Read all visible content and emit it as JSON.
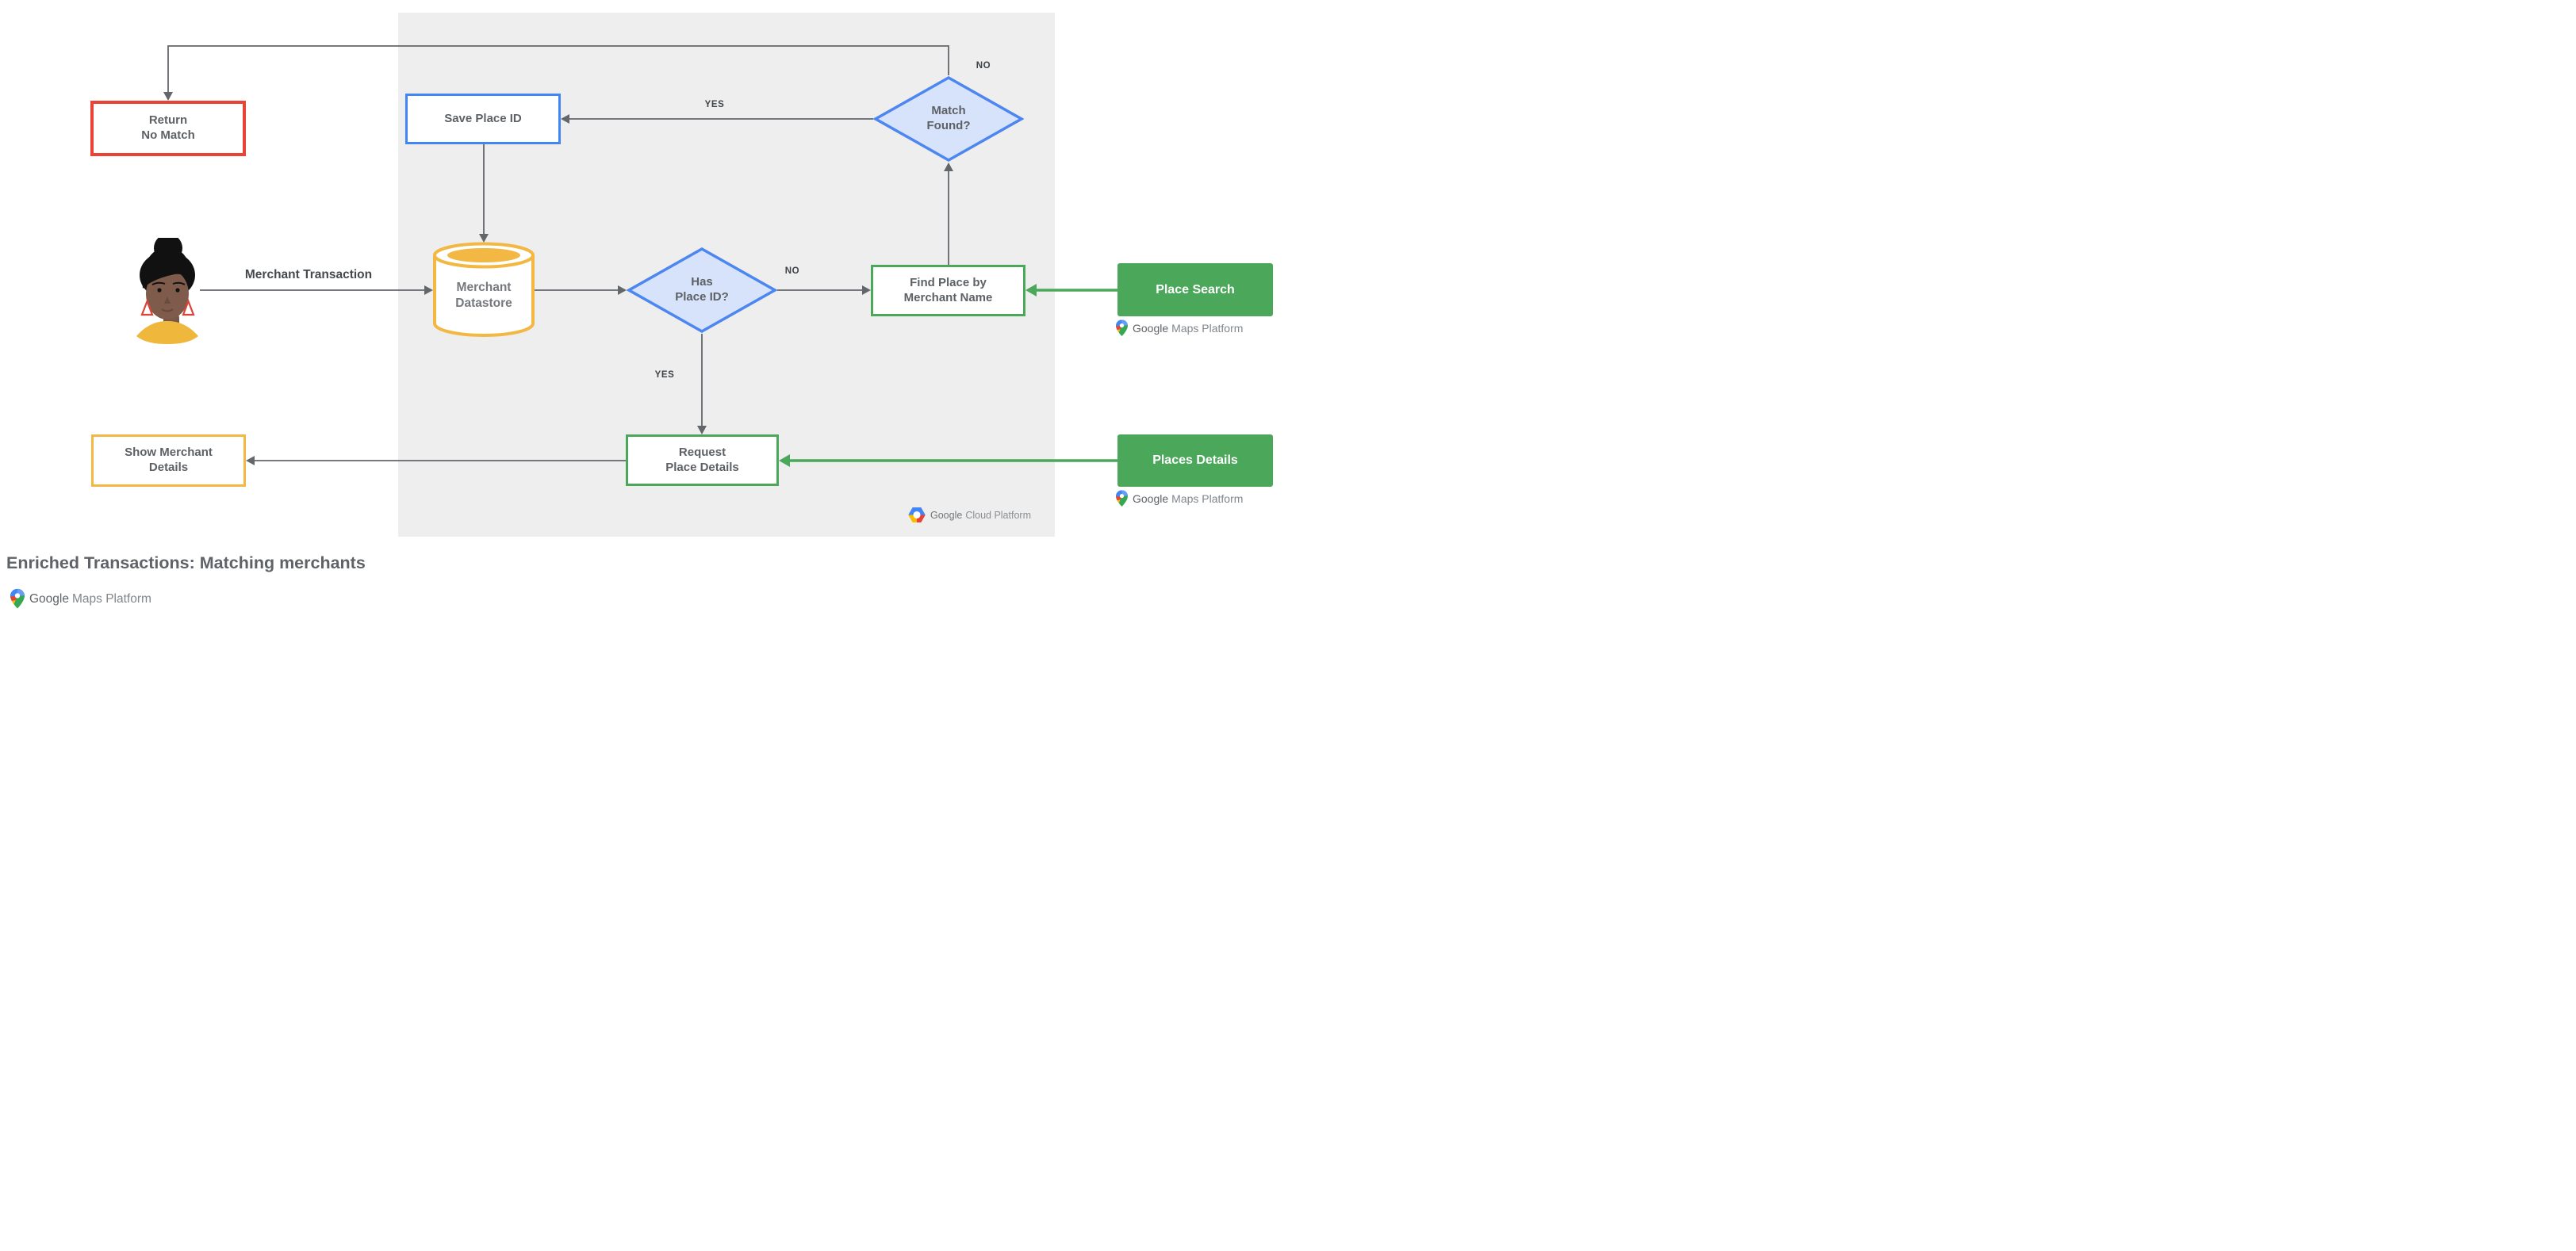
{
  "title": "Enriched Transactions: Matching merchants",
  "nodes": {
    "return_no_match": {
      "line1": "Return",
      "line2": "No Match"
    },
    "save_place_id": {
      "label": "Save Place ID"
    },
    "match_found": {
      "line1": "Match",
      "line2": "Found?"
    },
    "merchant_datastore": {
      "line1": "Merchant",
      "line2": "Datastore"
    },
    "has_place_id": {
      "line1": "Has",
      "line2": "Place ID?"
    },
    "find_place_by_merchant_name": {
      "line1": "Find Place by",
      "line2": "Merchant Name"
    },
    "place_search": {
      "label": "Place Search"
    },
    "request_place_details": {
      "line1": "Request",
      "line2": "Place Details"
    },
    "places_details": {
      "label": "Places Details"
    },
    "show_merchant_details": {
      "line1": "Show Merchant",
      "line2": "Details"
    }
  },
  "edges": {
    "no_return": "NO",
    "yes_save": "YES",
    "no_find": "NO",
    "yes_request": "YES",
    "merchant_transaction": "Merchant Transaction"
  },
  "logos": {
    "gcp": {
      "google": "Google",
      "product": "Cloud Platform"
    },
    "gmp": {
      "google": "Google",
      "product": "Maps Platform"
    }
  },
  "colors": {
    "red": "#EA4335",
    "blue": "#4285F4",
    "blue_fill": "#D7E3FA",
    "yellow": "#F2B843",
    "green": "#4BA75A",
    "panel": "#EEEEEE",
    "line": "#63676B",
    "node_text": "#5D6165",
    "title_text": "#5F6368"
  }
}
